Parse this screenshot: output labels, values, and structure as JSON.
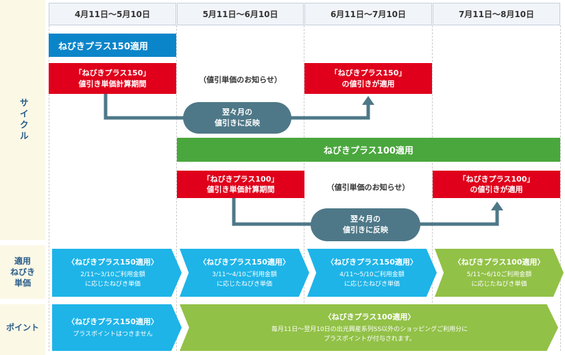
{
  "labels": {
    "cycle": "サイクル",
    "rate_line1": "適用",
    "rate_line2": "ねびき",
    "rate_line3": "単価",
    "point": "ポイント"
  },
  "periods": [
    "4月11日〜5月10日",
    "5月11日〜6月10日",
    "6月11日〜7月10日",
    "7月11日〜8月10日"
  ],
  "cycle": {
    "plan150_bar": "ねびきプラス150適用",
    "plan150_calc_line1": "「ねびきプラス150」",
    "plan150_calc_line2": "値引き単価計算期間",
    "plan150_notice": "（値引単価のお知らせ）",
    "plan150_apply_line1": "「ねびきプラス150」",
    "plan150_apply_line2": "の値引きが適用",
    "plan150_pill_line1": "翌々月の",
    "plan150_pill_line2": "値引きに反映",
    "plan100_bar": "ねびきプラス100適用",
    "plan100_calc_line1": "「ねびきプラス100」",
    "plan100_calc_line2": "値引き単価計算期間",
    "plan100_notice": "（値引単価のお知らせ）",
    "plan100_apply_line1": "「ねびきプラス100」",
    "plan100_apply_line2": "の値引きが適用",
    "plan100_pill_line1": "翌々月の",
    "plan100_pill_line2": "値引きに反映"
  },
  "rates": [
    {
      "title": "〈ねびきプラス150適用〉",
      "line1": "2/11〜3/10ご利用金額",
      "line2": "に応じたねびき単価"
    },
    {
      "title": "〈ねびきプラス150適用〉",
      "line1": "3/11〜4/10ご利用金額",
      "line2": "に応じたねびき単価"
    },
    {
      "title": "〈ねびきプラス150適用〉",
      "line1": "4/11〜5/10ご利用金額",
      "line2": "に応じたねびき単価"
    },
    {
      "title": "〈ねびきプラス100適用〉",
      "line1": "5/11〜6/10ご利用金額",
      "line2": "に応じたねびき単価"
    }
  ],
  "points": [
    {
      "title": "〈ねびきプラス150適用〉",
      "line1": "プラスポイントはつきません"
    },
    {
      "title": "〈ねびきプラス100適用〉",
      "line1": "毎月11日〜翌月10日の出光興産系列SS以外のショッピングご利用分に",
      "line2": "プラスポイントが付与されます。"
    }
  ],
  "colors": {
    "blue": "#0b85c9",
    "green": "#4aa73d",
    "red": "#e0001b",
    "teal": "#4e7888",
    "cyan": "#1eb4e8",
    "lime": "#92c147"
  }
}
